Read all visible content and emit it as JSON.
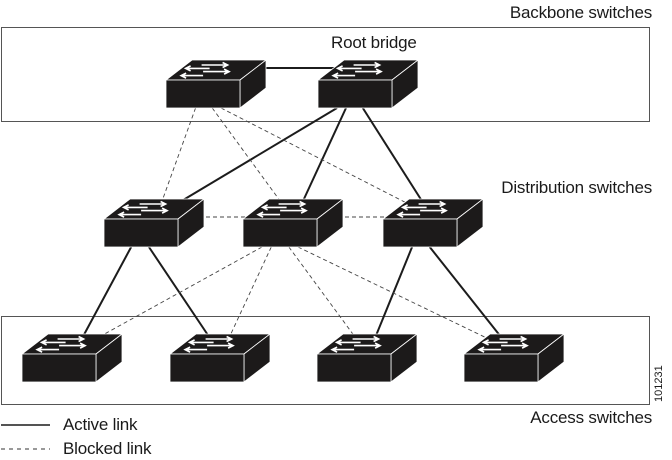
{
  "labels": {
    "backbone": "Backbone switches",
    "root_bridge": "Root bridge",
    "distribution": "Distribution switches",
    "access": "Access switches",
    "figure_id": "101231"
  },
  "legend": [
    {
      "style": "solid",
      "label": "Active link"
    },
    {
      "style": "dashed",
      "label": "Blocked link"
    }
  ],
  "colors": {
    "switch": "#1c1a1a",
    "line": "#1c1c1c",
    "box": "#555555"
  },
  "nodes": [
    {
      "id": "backbone-1",
      "tier": "backbone",
      "root": false
    },
    {
      "id": "backbone-2",
      "tier": "backbone",
      "root": true
    },
    {
      "id": "dist-1",
      "tier": "distribution"
    },
    {
      "id": "dist-2",
      "tier": "distribution"
    },
    {
      "id": "dist-3",
      "tier": "distribution"
    },
    {
      "id": "access-1",
      "tier": "access"
    },
    {
      "id": "access-2",
      "tier": "access"
    },
    {
      "id": "access-3",
      "tier": "access"
    },
    {
      "id": "access-4",
      "tier": "access"
    }
  ],
  "links": [
    {
      "from": "backbone-1",
      "to": "backbone-2",
      "state": "active"
    },
    {
      "from": "backbone-2",
      "to": "dist-1",
      "state": "active"
    },
    {
      "from": "backbone-2",
      "to": "dist-2",
      "state": "active"
    },
    {
      "from": "backbone-2",
      "to": "dist-3",
      "state": "active"
    },
    {
      "from": "backbone-1",
      "to": "dist-1",
      "state": "blocked"
    },
    {
      "from": "backbone-1",
      "to": "dist-2",
      "state": "blocked"
    },
    {
      "from": "backbone-1",
      "to": "dist-3",
      "state": "blocked"
    },
    {
      "from": "dist-1",
      "to": "dist-2",
      "state": "blocked"
    },
    {
      "from": "dist-2",
      "to": "dist-3",
      "state": "blocked"
    },
    {
      "from": "dist-1",
      "to": "access-1",
      "state": "active"
    },
    {
      "from": "dist-1",
      "to": "access-2",
      "state": "active"
    },
    {
      "from": "dist-3",
      "to": "access-3",
      "state": "active"
    },
    {
      "from": "dist-3",
      "to": "access-4",
      "state": "active"
    },
    {
      "from": "dist-2",
      "to": "access-1",
      "state": "blocked"
    },
    {
      "from": "dist-2",
      "to": "access-2",
      "state": "blocked"
    },
    {
      "from": "dist-2",
      "to": "access-3",
      "state": "blocked"
    },
    {
      "from": "dist-2",
      "to": "access-4",
      "state": "blocked"
    }
  ]
}
